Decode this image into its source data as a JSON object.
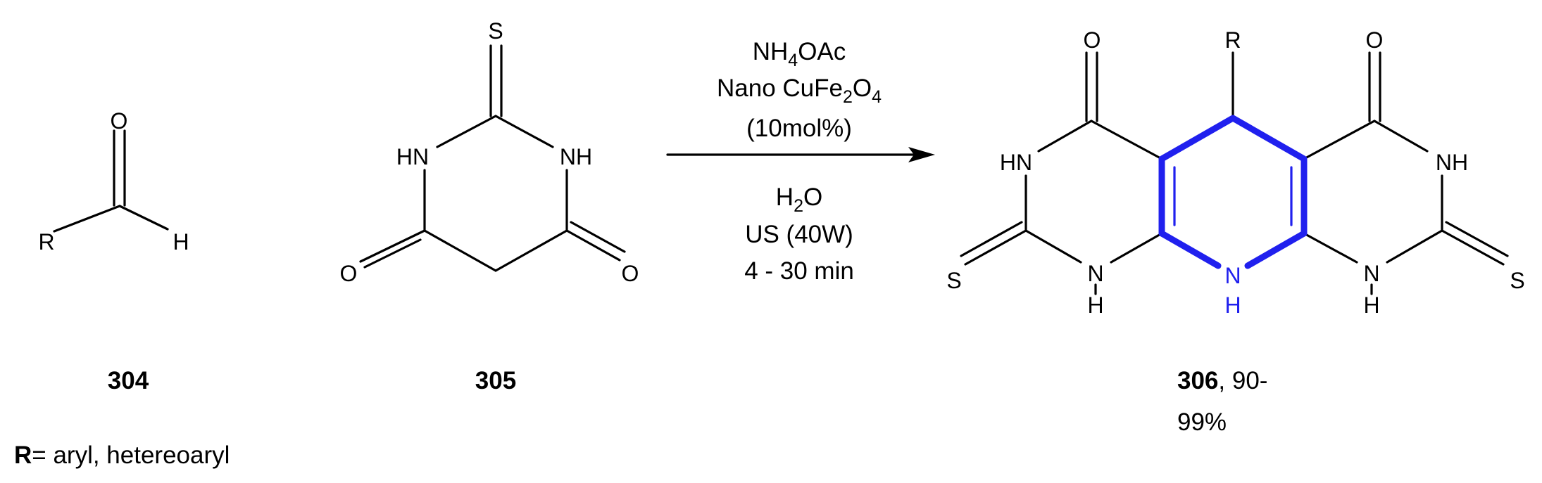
{
  "compound_304": {
    "label": "304",
    "atoms": {
      "oxygen": "O",
      "r_group": "R",
      "hydrogen": "H"
    }
  },
  "compound_305": {
    "label": "305",
    "atoms": {
      "sulfur": "S",
      "nh_left": "HN",
      "nh_right": "NH",
      "o_left": "O",
      "o_right": "O"
    }
  },
  "conditions": {
    "reagent_1": {
      "base": "NH",
      "sub": "4",
      "tail": "OAc"
    },
    "reagent_2": {
      "base": "Nano CuFe",
      "sub1": "2",
      "mid": "O",
      "sub2": "4"
    },
    "loading": "(10mol%)",
    "solvent": {
      "base": "H",
      "sub": "2",
      "tail": "O"
    },
    "energy": "US (40W)",
    "time": "4 - 30 min"
  },
  "compound_306": {
    "label": "306",
    "yield_line_1": ", 90-",
    "yield_line_2": "99%",
    "atoms": {
      "r_group": "R",
      "o_left": "O",
      "o_right": "O",
      "nh_left": "HN",
      "nh_right": "NH",
      "n_left_bottom": "N",
      "h_left_bottom": "H",
      "n_center": "N",
      "h_center": "H",
      "n_right_bottom": "N",
      "h_right_bottom": "H",
      "s_left": "S",
      "s_right": "S"
    },
    "highlight_color": "#2020ee"
  },
  "footnote": {
    "key": "R",
    "text": "= aryl, hetereoaryl"
  }
}
